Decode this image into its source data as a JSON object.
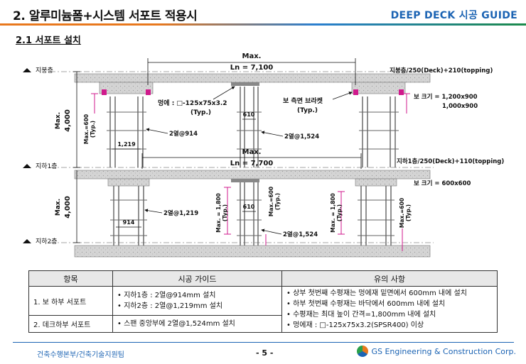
{
  "header": {
    "title": "2. 알루미늄폼+시스템 서포트 적용시",
    "guide": "DEEP DECK 시공 GUIDE"
  },
  "section": {
    "title": "2.1 서포트 설치"
  },
  "diagram": {
    "floors": {
      "top": "지붕층",
      "b1": "지하1층",
      "b2": "지하2층"
    },
    "upper": {
      "max_label": "Max.",
      "span": "Ln = 7,100",
      "slab": "지붕층/250(Deck)+210(topping)",
      "beam_size_1": "보 크기 = 1,200x900",
      "beam_size_2": "1,000x900",
      "height": "4,000",
      "height_max": "Max.",
      "dim_600": "Max.=600",
      "typ": "(Typ.)",
      "dim_1219": "1,219",
      "spacing_left": "2열@914",
      "spacing_mid": "2열@1,524",
      "dim_610": "610",
      "purlin_1": "멍에 : □-125x75x3.2",
      "purlin_2": "(Typ.)",
      "bracket_1": "보 측면 브라켓",
      "bracket_2": "(Typ.)"
    },
    "lower": {
      "max_label": "Max.",
      "span": "Ln = 7,700",
      "slab": "지하1층/250(Deck)+110(topping)",
      "beam_size": "보 크기 = 600x600",
      "height": "4,000",
      "height_max": "Max.",
      "dim_914": "914",
      "spacing_left": "2열@1,219",
      "spacing_mid": "2열@1,524",
      "dim_610": "610",
      "dim_1800": "Max. = 1,800",
      "dim_600": "Max.=600",
      "typ": "(Typ.)"
    }
  },
  "table": {
    "headers": [
      "항목",
      "시공 가이드",
      "유의 사항"
    ],
    "rows": [
      {
        "item": "1. 보 하부 서포트",
        "guide": [
          "• 지하1층 : 2열@914mm 설치",
          "• 지하2층 : 2열@1,219mm 설치"
        ]
      },
      {
        "item": "2. 데크하부 서포트",
        "guide": [
          "• 스팬 중앙부에 2열@1,524mm 설치"
        ]
      }
    ],
    "notes": [
      "• 상부 첫번째 수평재는 멍에재 밑면에서 600mm 내에 설치",
      "• 하부 첫번째 수평재는 바닥에서 600mm 내에 설치",
      "• 수평재는 최대 높이 간격=1,800mm 내에 설치",
      "• 멍에재 : □-125x75x3.2(SPSR400) 이상"
    ]
  },
  "footer": {
    "dept": "건축수행본부/건축기술지원팀",
    "page": "- 5 -",
    "logo_text": "GS Engineering & Construction Corp."
  },
  "colors": {
    "accent_blue": "#1b63b3",
    "dim_magenta": "#d01a8c",
    "slab_grey": "#cfcfcf"
  }
}
